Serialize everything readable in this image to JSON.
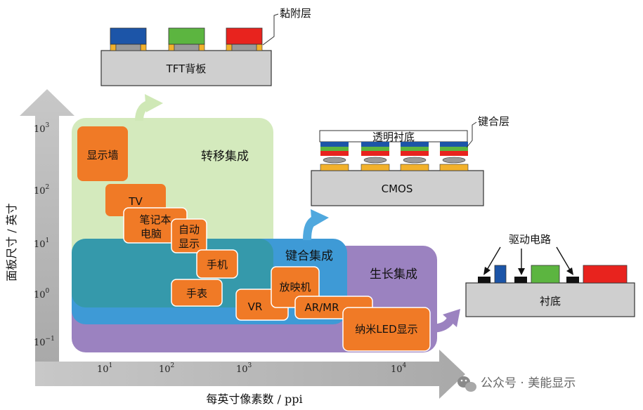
{
  "axes": {
    "y_label": "面板尺寸 / 英寸",
    "x_label": "每英寸像素数 / ppi",
    "y_ticks": [
      {
        "base": "10",
        "exp": "3"
      },
      {
        "base": "10",
        "exp": "2"
      },
      {
        "base": "10",
        "exp": "1"
      },
      {
        "base": "10",
        "exp": "0"
      },
      {
        "base": "10",
        "exp": "−1"
      }
    ],
    "x_ticks": [
      {
        "base": "10",
        "exp": "1"
      },
      {
        "base": "10",
        "exp": "2"
      },
      {
        "base": "10",
        "exp": "3"
      },
      {
        "base": "10",
        "exp": "4"
      }
    ]
  },
  "zones": {
    "transfer": "转移集成",
    "bonding": "键合集成",
    "growth": "生长集成"
  },
  "applications": {
    "display_wall": "显示墙",
    "tv": "TV",
    "notebook_line1": "笔记本",
    "notebook_line2": "电脑",
    "auto_line1": "自动",
    "auto_line2": "显示",
    "phone": "手机",
    "watch": "手表",
    "vr": "VR",
    "projector": "放映机",
    "armr": "AR/MR",
    "nano_led": "纳米LED显示"
  },
  "diagrams": {
    "tft": {
      "substrate": "TFT背板",
      "layer": "黏附层"
    },
    "cmos": {
      "substrate": "CMOS",
      "top": "透明衬底",
      "layer": "键合层"
    },
    "growth": {
      "substrate": "衬底",
      "circuit": "驱动电路"
    }
  },
  "colors": {
    "app_box": "#F07A26",
    "transfer_zone": "#CFE8B6",
    "bonding_zone": "#3E9AD6",
    "growth_zone": "#9B82C0",
    "led_red": "#E8231E",
    "led_green": "#5CB540",
    "led_blue": "#1C55A8",
    "pad_yellow": "#F2B12B",
    "substrate_gray": "#CFCFCF"
  },
  "watermark": "公众号 · 美能显示"
}
